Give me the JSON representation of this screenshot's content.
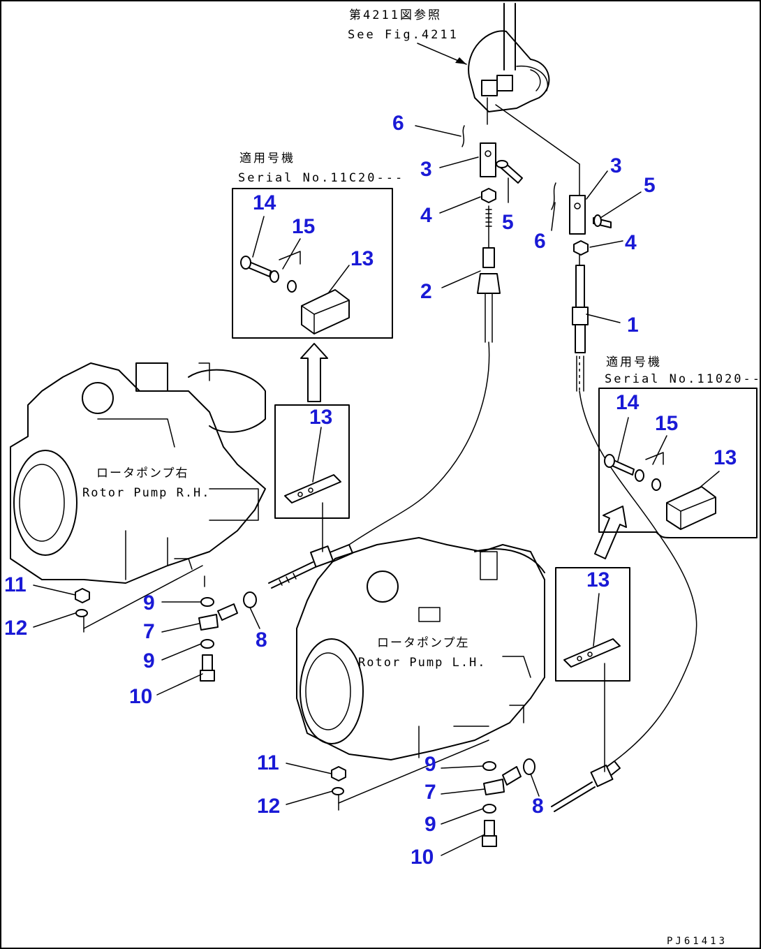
{
  "diagram": {
    "reference_note": {
      "ja": "第4211図参照",
      "en": "See Fig.4211"
    },
    "serial_note_left": {
      "ja": "適用号機",
      "en": "Serial No.11C20---"
    },
    "serial_note_right": {
      "ja": "適用号機",
      "en": "Serial No.11020---"
    },
    "pump_rh": {
      "ja": "ロータポンプ右",
      "en": "Rotor Pump R.H."
    },
    "pump_lh": {
      "ja": "ロータポンプ左",
      "en": "Rotor Pump L.H."
    },
    "drawing_code": "PJ61413",
    "callouts": [
      {
        "id": "c6a",
        "text": "6"
      },
      {
        "id": "c3a",
        "text": "3"
      },
      {
        "id": "c4a",
        "text": "4"
      },
      {
        "id": "c5a",
        "text": "5"
      },
      {
        "id": "c2",
        "text": "2"
      },
      {
        "id": "c3b",
        "text": "3"
      },
      {
        "id": "c5b",
        "text": "5"
      },
      {
        "id": "c6b",
        "text": "6"
      },
      {
        "id": "c4b",
        "text": "4"
      },
      {
        "id": "c1",
        "text": "1"
      },
      {
        "id": "c14a",
        "text": "14"
      },
      {
        "id": "c15a",
        "text": "15"
      },
      {
        "id": "c13a",
        "text": "13"
      },
      {
        "id": "c13b",
        "text": "13"
      },
      {
        "id": "c14b",
        "text": "14"
      },
      {
        "id": "c15b",
        "text": "15"
      },
      {
        "id": "c13c",
        "text": "13"
      },
      {
        "id": "c13d",
        "text": "13"
      },
      {
        "id": "c11a",
        "text": "11"
      },
      {
        "id": "c12a",
        "text": "12"
      },
      {
        "id": "c9a",
        "text": "9"
      },
      {
        "id": "c7a",
        "text": "7"
      },
      {
        "id": "c9b",
        "text": "9"
      },
      {
        "id": "c10a",
        "text": "10"
      },
      {
        "id": "c8a",
        "text": "8"
      },
      {
        "id": "c11b",
        "text": "11"
      },
      {
        "id": "c12b",
        "text": "12"
      },
      {
        "id": "c9c",
        "text": "9"
      },
      {
        "id": "c7b",
        "text": "7"
      },
      {
        "id": "c9d",
        "text": "9"
      },
      {
        "id": "c10b",
        "text": "10"
      },
      {
        "id": "c8b",
        "text": "8"
      }
    ],
    "colors": {
      "callout": "#1a1ad6",
      "line": "#000000",
      "background": "#ffffff"
    }
  }
}
